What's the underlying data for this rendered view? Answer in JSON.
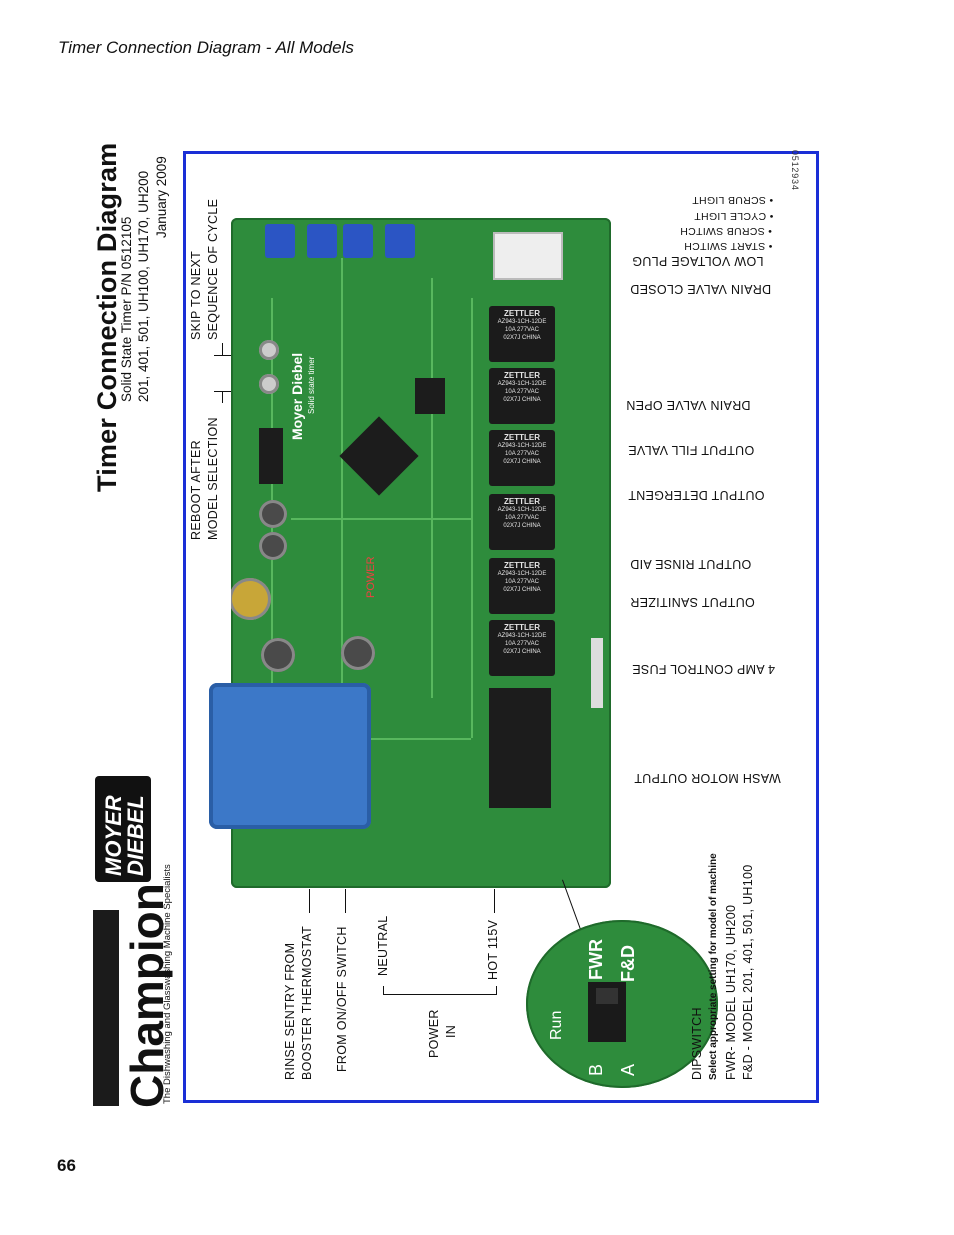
{
  "header": {
    "title": "Timer Connection Diagram  -  All Models"
  },
  "page_number": "66",
  "diagram": {
    "title": "Timer Connection Diagram",
    "subtitle": "Solid State Timer P/N 0512105",
    "models": "201, 401, 501, UH100, UH170, UH200",
    "date": "January 2009",
    "doc_code": "0512934"
  },
  "brand": {
    "name": "Champion",
    "tagline": "The Dishwashing and Glasswashing Machine Specialists",
    "partner_line1": "MOYER",
    "partner_line2": "DIEBEL"
  },
  "labels_top": {
    "reboot": [
      "REBOOT AFTER",
      "MODEL SELECTION"
    ],
    "skip": [
      "SKIP TO NEXT",
      "SEQUENCE OF CYCLE"
    ]
  },
  "labels_right": {
    "low_voltage_plug": "LOW VOLTAGE PLUG",
    "low_voltage_items": [
      "• START SWITCH",
      "• SCRUB SWITCH",
      "• CYCLE LIGHT",
      "• SCRUB LIGHT"
    ],
    "drain_valve_closed": "DRAIN VALVE CLOSED",
    "drain_valve_open": "DRAIN VALVE OPEN",
    "output_fill_valve": "OUTPUT FILL VALVE",
    "output_detergent": "OUTPUT DETERGENT",
    "output_rinse_aid": "OUTPUT RINSE AID",
    "output_sanitizer": "OUTPUT SANITIZER",
    "control_fuse": "4 AMP CONTROL FUSE",
    "wash_motor_output": "WASH MOTOR OUTPUT"
  },
  "labels_bottom": {
    "rinse_sentry": [
      "RINSE SENTRY FROM",
      "BOOSTER THERMOSTAT"
    ],
    "on_off": "FROM ON/OFF SWITCH",
    "neutral": "NEUTRAL",
    "hot": "HOT 115V",
    "power_in": [
      "POWER",
      "IN"
    ]
  },
  "dipswitch": {
    "title": "DIPSWITCH",
    "note": "Select appropriate setting for model of machine",
    "fwr": "FWR- MODEL UH170, UH200",
    "fd": "F&D - MODEL 201, 401, 501, UH100"
  },
  "board_text": {
    "brand": "Moyer Diebel",
    "model": "Solid state timer",
    "relay_make": "ZETTLER",
    "relay_model": "AZ943-1CH-12DE",
    "relay_rating": "10A 277VAC",
    "relay_code": "02X7J  CHINA",
    "power": "POWER",
    "inset_fwr": "FWR",
    "inset_fd": "F&D",
    "inset_run": "Run",
    "inset_b": "B",
    "inset_a": "A"
  }
}
